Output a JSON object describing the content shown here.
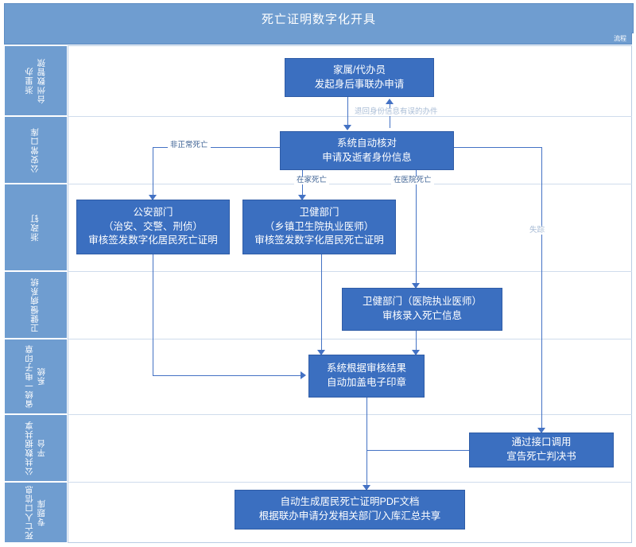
{
  "header": {
    "title": "死亡证明数字化开具",
    "subtitle": "流程"
  },
  "lanes": [
    {
      "id": "lane-zhelib",
      "label": "浙里办\n台州数智殡"
    },
    {
      "id": "lane-police-db",
      "label": "公安常口库"
    },
    {
      "id": "lane-zhezhengding",
      "label": "浙政钉"
    },
    {
      "id": "lane-health-chronic",
      "label": "卫健慢病系统"
    },
    {
      "id": "lane-eseal",
      "label": "省统一电子印章\n系统"
    },
    {
      "id": "lane-data-share",
      "label": "公共数据共享\n平台"
    },
    {
      "id": "lane-death-db",
      "label": "死亡人口信息\n专题库"
    }
  ],
  "nodes": [
    {
      "id": "node-apply",
      "lines": [
        "家属/代办员",
        "发起身后事联办申请"
      ]
    },
    {
      "id": "node-verify",
      "lines": [
        "系统自动核对",
        "申请及逝者身份信息"
      ]
    },
    {
      "id": "node-police",
      "lines": [
        "公安部门",
        "（治安、交警、刑侦）",
        "审核签发数字化居民死亡证明"
      ]
    },
    {
      "id": "node-health-township",
      "lines": [
        "卫健部门",
        "（乡镇卫生院执业医师）",
        "审核签发数字化居民死亡证明"
      ]
    },
    {
      "id": "node-health-hospital",
      "lines": [
        "卫健部门（医院执业医师）",
        "审核录入死亡信息"
      ]
    },
    {
      "id": "node-eseal",
      "lines": [
        "系统根据审核结果",
        "自动加盖电子印章"
      ]
    },
    {
      "id": "node-court-api",
      "lines": [
        "通过接口调用",
        "宣告死亡判决书"
      ]
    },
    {
      "id": "node-pdf-output",
      "lines": [
        "自动生成居民死亡证明PDF文档",
        "根据联办申请分发相关部门/入库汇总共享"
      ]
    }
  ],
  "edge_labels": [
    {
      "id": "edge-return",
      "text": "退回身份信息有误的办件"
    },
    {
      "id": "edge-abnormal-death",
      "text": "非正常死亡"
    },
    {
      "id": "edge-home-death",
      "text": "在家死亡"
    },
    {
      "id": "edge-hospital-death",
      "text": "在医院死亡"
    },
    {
      "id": "edge-missing",
      "text": "失踪"
    }
  ],
  "colors": {
    "header_bg": "#6f9dd0",
    "node_bg": "#3b6fc0",
    "connector": "#4472c4",
    "lane_border": "#b9cde4"
  }
}
